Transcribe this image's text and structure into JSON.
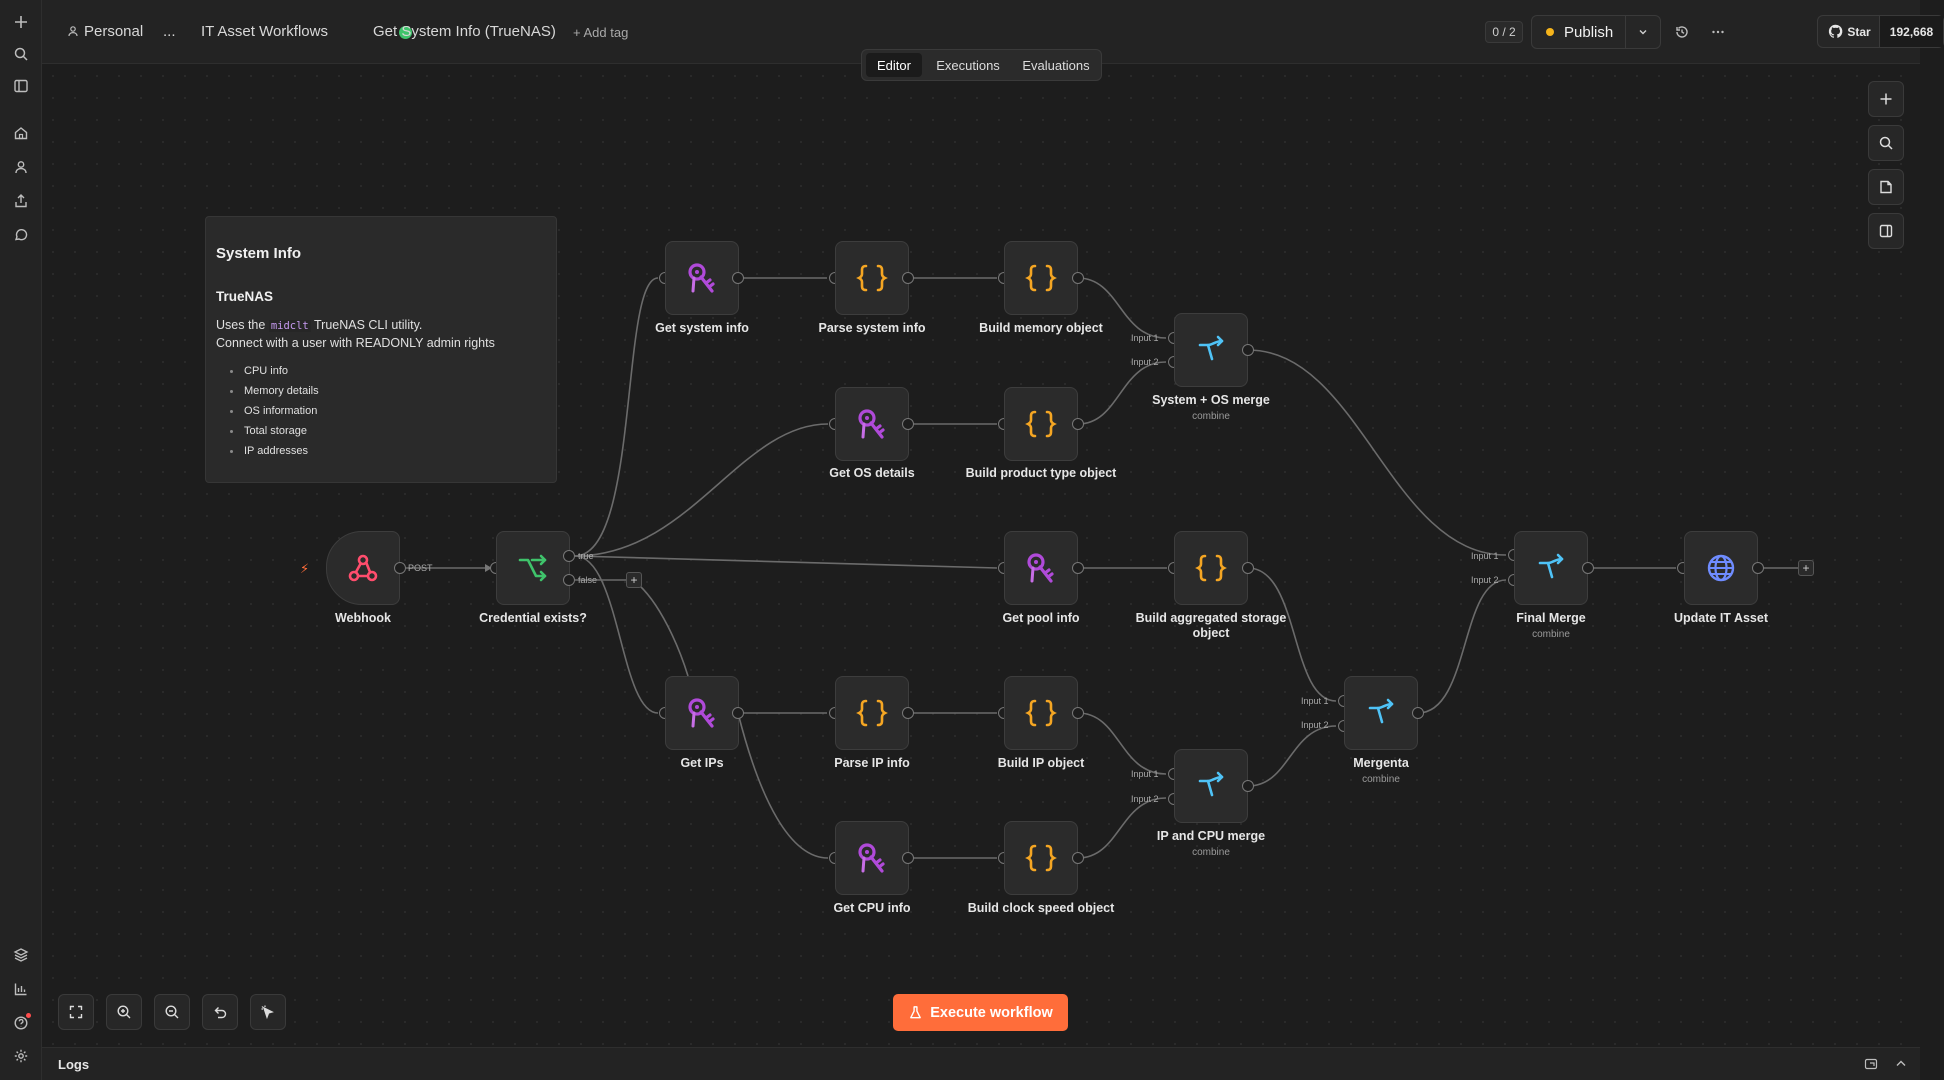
{
  "breadcrumb": {
    "project": "Personal",
    "ellipsis": "...",
    "folder": "IT Asset Workflows",
    "workflow": "Get System Info (TrueNAS)",
    "add_tag": "+ Add tag"
  },
  "header": {
    "counter": "0 / 2",
    "publish_label": "Publish",
    "star_label": "Star",
    "star_count": "192,668"
  },
  "tabs": [
    {
      "label": "Editor",
      "active": true
    },
    {
      "label": "Executions",
      "active": false
    },
    {
      "label": "Evaluations",
      "active": false
    }
  ],
  "note": {
    "title": "System Info",
    "subtitle": "TrueNAS",
    "line1_pre": "Uses the ",
    "line1_code": "midclt",
    "line1_post": " TrueNAS CLI utility.",
    "line2": "Connect with a user with READONLY admin rights",
    "items": [
      "CPU info",
      "Memory details",
      "OS information",
      "Total storage",
      "IP addresses"
    ]
  },
  "nodes": {
    "webhook": {
      "label": "Webhook",
      "icon": "webhook-icon",
      "port_label": "POST"
    },
    "credential": {
      "label": "Credential exists?",
      "icon": "if-branch-icon",
      "true_label": "true",
      "false_label": "false"
    },
    "get_system_info": {
      "label": "Get system info",
      "icon": "ssh-key-icon"
    },
    "parse_system_info": {
      "label": "Parse system info",
      "icon": "code-braces-icon"
    },
    "build_memory": {
      "label": "Build memory object",
      "icon": "code-braces-icon"
    },
    "system_os_merge": {
      "label": "System + OS merge",
      "sub": "combine",
      "icon": "merge-icon",
      "in1": "Input 1",
      "in2": "Input 2"
    },
    "get_os": {
      "label": "Get OS details",
      "icon": "ssh-key-icon"
    },
    "build_product": {
      "label": "Build product type object",
      "icon": "code-braces-icon"
    },
    "get_pool": {
      "label": "Get pool info",
      "icon": "ssh-key-icon"
    },
    "build_storage": {
      "label": "Build aggregated storage object",
      "icon": "code-braces-icon"
    },
    "final_merge": {
      "label": "Final Merge",
      "sub": "combine",
      "icon": "merge-icon",
      "in1": "Input 1",
      "in2": "Input 2"
    },
    "update_asset": {
      "label": "Update IT Asset",
      "icon": "globe-icon"
    },
    "get_ips": {
      "label": "Get IPs",
      "icon": "ssh-key-icon"
    },
    "parse_ip": {
      "label": "Parse IP info",
      "icon": "code-braces-icon"
    },
    "build_ip": {
      "label": "Build IP object",
      "icon": "code-braces-icon"
    },
    "mergenta": {
      "label": "Mergenta",
      "sub": "combine",
      "icon": "merge-icon",
      "in1": "Input 1",
      "in2": "Input 2"
    },
    "ip_cpu_merge": {
      "label": "IP and CPU merge",
      "sub": "combine",
      "icon": "merge-icon",
      "in1": "Input 1",
      "in2": "Input 2"
    },
    "get_cpu": {
      "label": "Get CPU info",
      "icon": "ssh-key-icon"
    },
    "build_clock": {
      "label": "Build clock speed object",
      "icon": "code-braces-icon"
    }
  },
  "execute_label": "Execute workflow",
  "logs_label": "Logs",
  "colors": {
    "accent": "#ff6d3a",
    "ssh": "#b04ad9",
    "code": "#f5a623",
    "merge": "#4fc3f7",
    "if": "#3fc36b",
    "webhook": "#ff4d6d",
    "http": "#6f8cff"
  }
}
